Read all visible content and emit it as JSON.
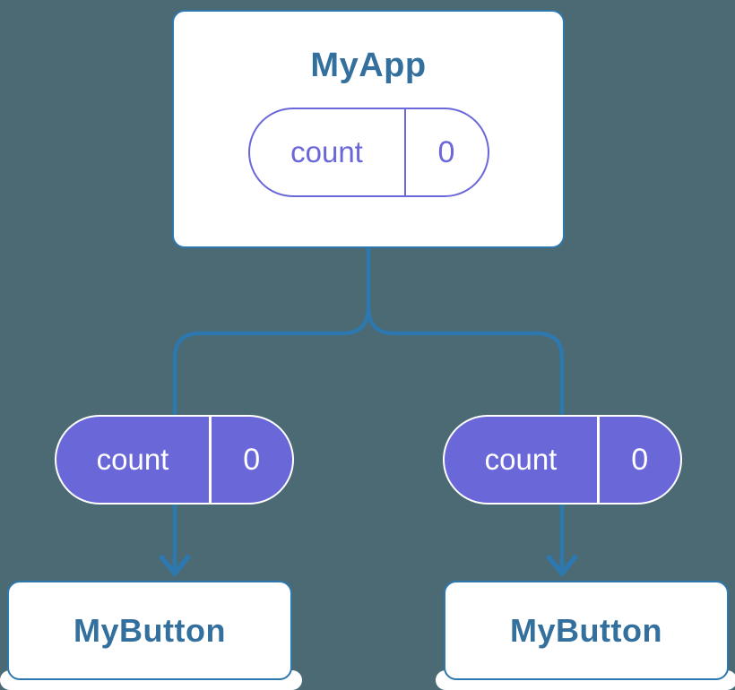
{
  "colors": {
    "bg": "#4B6A73",
    "line": "#2E78B0",
    "purple": "#6A67D8",
    "heading": "#33709E",
    "card-bg": "#FFFFFF",
    "pill-text-light": "#FFFFFF"
  },
  "diagram": {
    "root": {
      "title": "MyApp",
      "state": {
        "name": "count",
        "value": "0"
      }
    },
    "children": [
      {
        "title": "MyButton",
        "prop": {
          "name": "count",
          "value": "0"
        }
      },
      {
        "title": "MyButton",
        "prop": {
          "name": "count",
          "value": "0"
        }
      }
    ]
  }
}
